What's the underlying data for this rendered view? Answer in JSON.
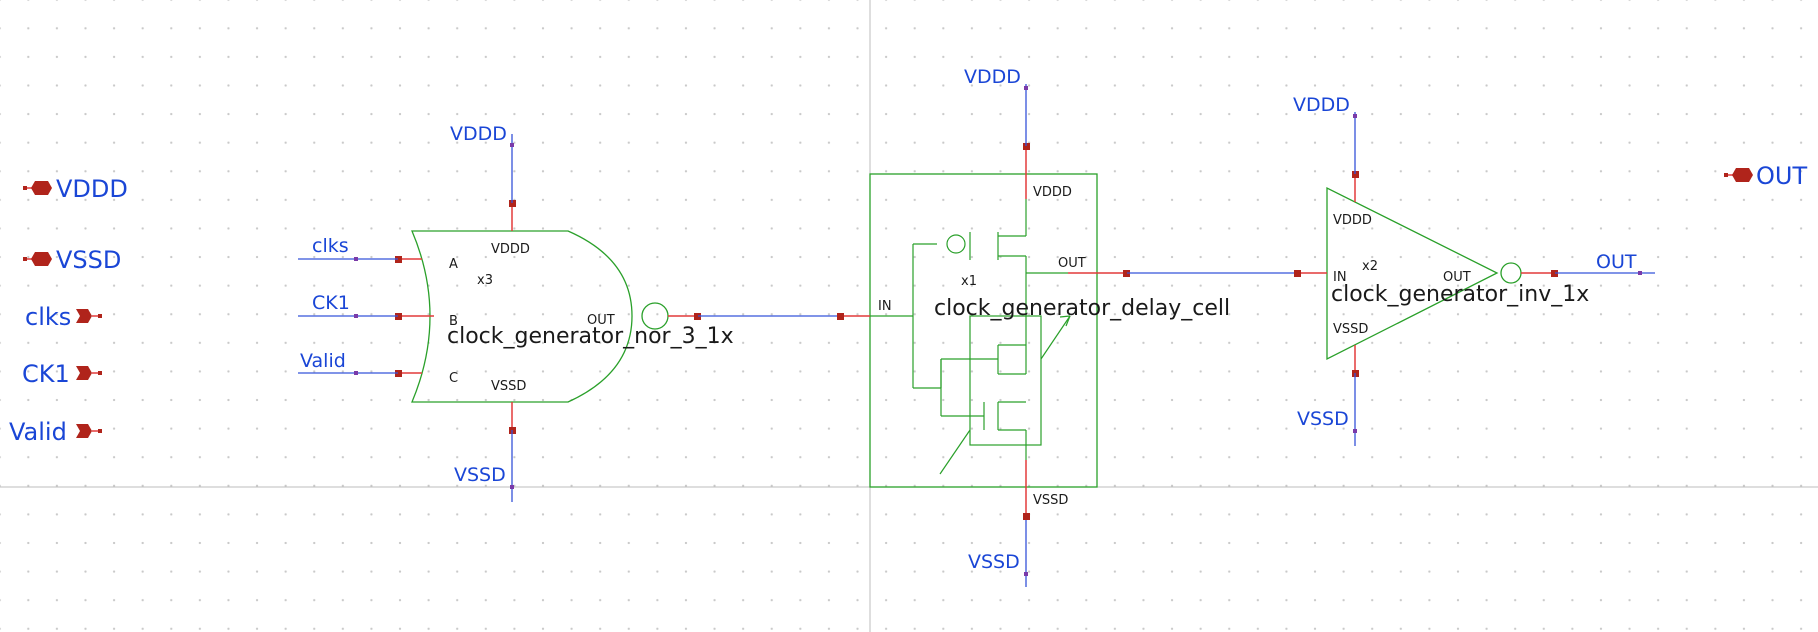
{
  "ports": {
    "vddd": "VDDD",
    "vssd": "VSSD",
    "clks": "clks",
    "ck1": "CK1",
    "valid": "Valid",
    "out": "OUT"
  },
  "nor": {
    "inst": "x3",
    "name": "clock_generator_nor_3_1x",
    "pins": {
      "a": "A",
      "b": "B",
      "c": "C",
      "vddd": "VDDD",
      "vssd": "VSSD",
      "out": "OUT"
    },
    "net_vddd": "VDDD",
    "net_vssd": "VSSD",
    "net_clks": "clks",
    "net_ck1": "CK1",
    "net_valid": "Valid"
  },
  "delay": {
    "inst": "x1",
    "name": "clock_generator_delay_cell",
    "pins": {
      "in": "IN",
      "out": "OUT",
      "vddd": "VDDD",
      "vssd": "VSSD"
    },
    "net_vddd": "VDDD",
    "net_vssd": "VSSD"
  },
  "inv": {
    "inst": "x2",
    "name": "clock_generator_inv_1x",
    "pins": {
      "in": "IN",
      "out": "OUT",
      "vddd": "VDDD",
      "vssd": "VSSD"
    },
    "net_vddd": "VDDD",
    "net_vssd": "VSSD",
    "net_out": "OUT"
  },
  "colors": {
    "wire": "#3553d9",
    "pin_stub": "#e23a3a",
    "pin_square": "#b0241b",
    "symbol": "#2aa02a",
    "label": "#1a46d6",
    "axis": "#bdbdbd"
  }
}
